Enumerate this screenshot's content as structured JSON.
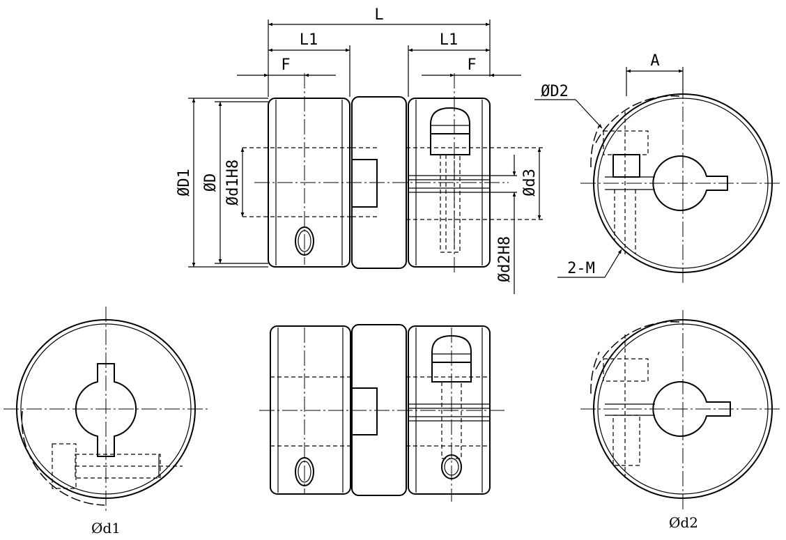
{
  "labels": {
    "L": "L",
    "L1_left": "L1",
    "L1_right": "L1",
    "F_left": "F",
    "F_right": "F",
    "A": "A",
    "D1": "ØD1",
    "D": "ØD",
    "d1H8": "Ød1H8",
    "d3": "Ød3",
    "d2H8": "Ød2H8",
    "D2": "ØD2",
    "M": "2-M"
  },
  "captions": {
    "d1": "Ød1",
    "d2": "Ød2"
  }
}
